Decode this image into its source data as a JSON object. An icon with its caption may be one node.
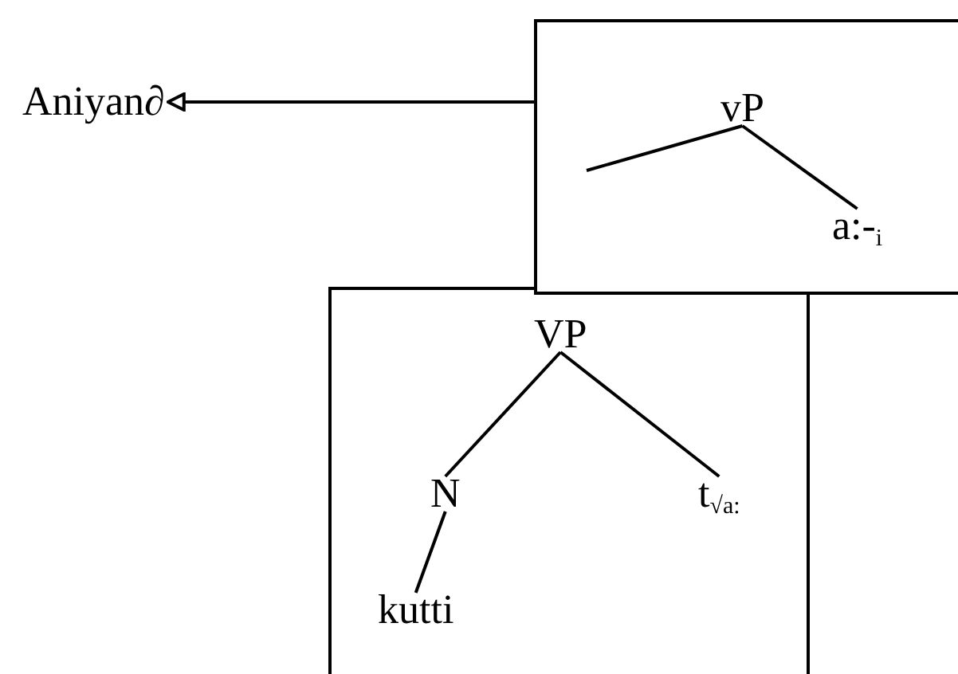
{
  "diagram": {
    "nodes": [
      {
        "text": [
          "Aniyan∂"
        ]
      },
      {
        "text": [],
        "shape": "box"
      },
      {
        "text": [
          "vP"
        ],
        "in": 1
      },
      {
        "text": [
          "a:-$_{i}$"
        ],
        "in": 1
      },
      {
        "text": [],
        "shape": "box"
      },
      {
        "text": [
          "VP"
        ],
        "in": 4
      },
      {
        "text": [
          "N"
        ],
        "in": 4
      },
      {
        "text": [
          "t$_{√a:}$"
        ],
        "in": 4
      },
      {
        "text": [
          "kutti"
        ],
        "in": 4
      }
    ],
    "edges": [
      {
        "from": 1,
        "to": 0,
        "arrow": "to"
      },
      {
        "from": 2,
        "to": null,
        "arrow": "none"
      },
      {
        "from": 2,
        "to": 3,
        "arrow": "none"
      },
      {
        "from": 5,
        "to": 6,
        "arrow": "none"
      },
      {
        "from": 5,
        "to": 7,
        "arrow": "none"
      },
      {
        "from": 6,
        "to": 8,
        "arrow": "none"
      }
    ]
  }
}
